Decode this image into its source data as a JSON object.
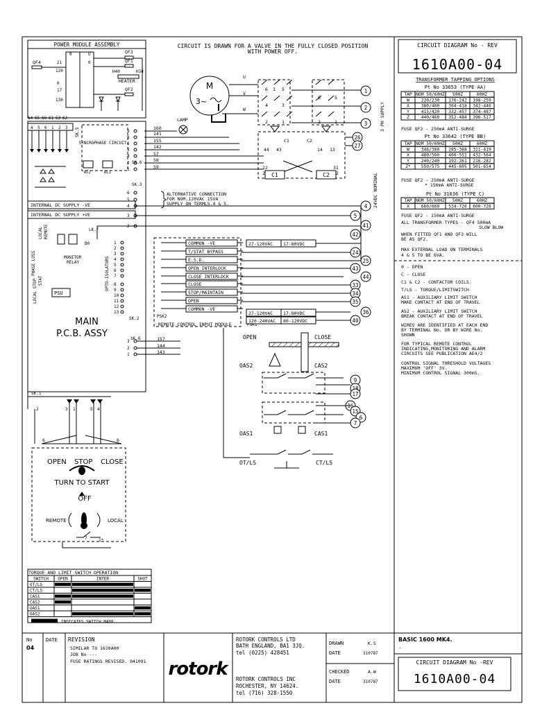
{
  "title_block": {
    "diagram_no_label": "CIRCUIT DIAGRAM No - REV",
    "diagram_no": "1610A00-04",
    "bottom_label": "CIRCUIT DIAGRAM No -REV",
    "bottom_no": "1610A00-04",
    "basic_model": "BASIC 1600 MK4.",
    "basic_dash": "-",
    "no_label": "No",
    "no_value": "04",
    "date_label": "DATE",
    "revision_label": "REVISION",
    "revision_lines": [
      "SIMILAR TO 1610A00",
      "JOB No       ---",
      "FUSE RATINGS REVISED. 041091"
    ],
    "logo": "rotork",
    "company_uk": [
      "ROTORK CONTROLS LTD",
      "BATH ENGLAND, BA1 3JQ.",
      "tel (0225) 428451"
    ],
    "company_us": [
      "ROTORK CONTROLS INC",
      "ROCHESTER, NY 14624.",
      "tel (716) 328-1550"
    ],
    "drawn_label": "DRAWN",
    "drawn_value": "K.S",
    "drawn_date_label": "DATE",
    "drawn_date": "310787",
    "checked_label": "CHECKED",
    "checked_value": "A.W",
    "checked_date_label": "DATE",
    "checked_date": "310787"
  },
  "header_note": [
    "CIRCUIT IS DRAWN FOR A VALVE IN THE FULLY CLOSED POSITION",
    "WITH POWER OFF."
  ],
  "power_module": {
    "title": "POWER MODULE ASSEMBLY",
    "labels": [
      "QF3",
      "QF4",
      "QF1",
      "H40",
      "H34",
      "HEATER",
      "QF2",
      "0",
      "21",
      "120",
      "0",
      "17",
      "130",
      "U",
      "0"
    ]
  },
  "transformer": {
    "title": "TRANSFORMER TAPPING OPTIONS",
    "type_aa": {
      "part": "Pt No 33653 (TYPE AA)",
      "headers": [
        "TAP",
        "NOM 50/60HZ",
        "50HZ",
        "60HZ"
      ],
      "rows": [
        [
          "W",
          "220/230",
          "176-242",
          "198-259"
        ],
        [
          "X",
          "380/400",
          "304-418",
          "342-446"
        ],
        [
          "Y",
          "415/420",
          "332-457",
          "374-487"
        ],
        [
          "Z",
          "440/460",
          "352-484",
          "396-517"
        ]
      ],
      "fuse": "FUSE QF2 - 250mA ANTI-SURGE"
    },
    "type_bb": {
      "part": "Pt No 33642 (TYPE BB)",
      "headers": [
        "TAP",
        "NOM 50/60HZ",
        "50HZ",
        "60HZ"
      ],
      "rows": [
        [
          "W",
          "346/380",
          "285-388",
          "321-419"
        ],
        [
          "X",
          "480/500",
          "406-552",
          "432-564"
        ],
        [
          "Y",
          "240/240",
          "192-261",
          "216-282"
        ],
        [
          "Z*",
          "550/575",
          "445-605",
          "501-654"
        ]
      ],
      "fuse": [
        "FUSE QF2 - 250mA ANTI-SURGE",
        "* 150mA ANTI-SURGE"
      ]
    },
    "type_c": {
      "part": "Pt No 31036 (TYPE C)",
      "headers": [
        "TAP",
        "NOM 50/60HZ",
        "50HZ",
        "60HZ"
      ],
      "rows": [
        [
          "X",
          "660/660",
          "534-726",
          "600-726"
        ]
      ],
      "fuse": "FUSE QF2 - 150mA ANTI-SURGE"
    },
    "notes": [
      "ALL TRANSFORMER TYPES - QF4 500mA",
      "SLOW BLOW",
      "WHEN FITTED QF1 AND QF3 WILL",
      "BE AS QF2.",
      "MAX EXTERNAL LOAD ON TERMINALS",
      "4 & 5 TO BE 6VA."
    ]
  },
  "legend_notes": [
    "0 - OPEN",
    "C - CLOSE",
    "C1 & C2 - CONTACTOR COILS.",
    "T/LS - TORQUE/LIMITSWITCH",
    "AS1 - AUXILIARY LIMIT SWITCH",
    "MAKE CONTACT AT END OF TRAVEL",
    "AS2 - AUXILIARY LIMIT SWITCH",
    "BREAK CONTACT AT END OF TRAVEL",
    "WIRES ARE IDENTIFIED AT EACH END",
    "BY TERMINAL No. OR BY WIRE No.",
    "SHOWN",
    "FOR TYPICAL REMOTE CONTROL",
    "INDICATING,MONITORING AND ALARM",
    "CIRCUITS SEE PUBLICATION AE4/2",
    "CONTROL SIGNAL THRESHOLD VOLTAGES",
    "MAXIMUM 'OFF' 3V.",
    "MINIMUM CONTROL SIGNAL 300mS."
  ],
  "motor": {
    "m_label": "M",
    "phase": "3~",
    "lamp": "LAMP",
    "phases": [
      "U",
      "V",
      "W"
    ],
    "supply": "3 PH SUPPLY",
    "nominal": "24VDC NOMINAL",
    "c1": "C1",
    "c2": "C2",
    "contacts": [
      "6",
      "1",
      "5",
      "4",
      "3",
      "2",
      "1",
      "44",
      "43",
      "C1",
      "C2",
      "14",
      "13",
      "22",
      "21",
      "31",
      "32"
    ]
  },
  "terminals": [
    "1",
    "2",
    "3",
    "26",
    "27",
    "4",
    "5",
    "41",
    "42",
    "24",
    "25",
    "43",
    "44",
    "33",
    "34",
    "35",
    "36",
    "40",
    "9",
    "18",
    "17",
    "16",
    "15",
    "6",
    "7"
  ],
  "main_pcb": {
    "title_1": "MAIN",
    "title_2": "P.C.B. ASSY",
    "sk5": "SK.5",
    "sk6": "SK.6",
    "sk3": "SK.3",
    "sk2": "SK.2",
    "sk6b": "SK.6",
    "sk1": "SK.1",
    "sync": "SYNCROPHASE CIRCUIT",
    "rl2": "RL2",
    "rl1": "RL1",
    "wires_top": [
      "160",
      "141",
      "155",
      "142",
      "S7",
      "S8",
      "S9"
    ],
    "alt_connection": [
      "ALTERNATIVE CONNECTION",
      "FOR NOM.120VAC 15VA",
      "SUPPLY ON TERMLS.4 & 5."
    ],
    "dc_neg": "INTERNAL DC SUPPLY -VE",
    "dc_pos": "INTERNAL DC SUPPLY +VE",
    "local": "LOCAL",
    "remote": "REMOTE",
    "lkf": "LK.F",
    "b0": "B0",
    "monitor": [
      "MONITOR",
      "RELAY"
    ],
    "phase_loss": "PHASE LOSS",
    "local_stop": "LOCAL STOP",
    "stat": "STAT",
    "psu": "PSU",
    "opto": "OPTO-ISOLATORS",
    "psk2": "PSK2",
    "psk1": "PSK1",
    "wires_bottom": [
      "157",
      "144",
      "143"
    ],
    "pin_header": [
      "64",
      "65",
      "66",
      "61",
      "63",
      "62"
    ],
    "pins_top": [
      "4",
      "5",
      "6",
      "1",
      "2",
      "3"
    ]
  },
  "remote_module": {
    "title": "REMOTE CONTROL INPUT MODULE",
    "rows": [
      "COMMON -VE",
      "T/STAT BYPASS",
      "E.S.D.",
      "OPEN INTERLOCK",
      "CLOSE INTERLOCK",
      "CLOSE",
      "STOP/MAINTAIN",
      "OPEN",
      "COMMON -VE",
      "COMMON -VE"
    ],
    "volt_top": [
      "27-120VAC",
      "17-80VDC"
    ],
    "volt_bottom": [
      [
        "27-120VAC",
        "17-80VDC"
      ],
      [
        "120-240VAC",
        "80-120VDC"
      ]
    ]
  },
  "limit_switches": {
    "open": "OPEN",
    "close": "CLOSE",
    "oas2": "OAS2",
    "cas2": "CAS2",
    "oas1": "OAS1",
    "cas1": "CAS1",
    "otls": "OT/LS",
    "ctls": "CT/LS"
  },
  "selector": {
    "open": "OPEN",
    "stop": "STOP",
    "close": "CLOSE",
    "turn": "TURN TO START",
    "off": "OFF",
    "remote": "REMOTE",
    "local": "LOCAL",
    "pins": [
      "2",
      "3",
      "1",
      "5",
      "4",
      "6",
      "6",
      "7",
      "1*"
    ]
  },
  "switch_table": {
    "title": "TORQUE AND LIMIT SWITCH OPERATION",
    "headers": [
      "SWITCH",
      "OPEN",
      "INTER",
      "SHUT"
    ],
    "rows": [
      "OT/LS",
      "CT/LS",
      "CAS1",
      "CAS2",
      "OAS1",
      "OAS2"
    ],
    "legend": "INDICATES SWITCH MADE",
    "made": [
      [
        1,
        1,
        0
      ],
      [
        0,
        1,
        1
      ],
      [
        1,
        1,
        0
      ],
      [
        1,
        0,
        0
      ],
      [
        0,
        0,
        1
      ],
      [
        0,
        1,
        1
      ]
    ]
  }
}
